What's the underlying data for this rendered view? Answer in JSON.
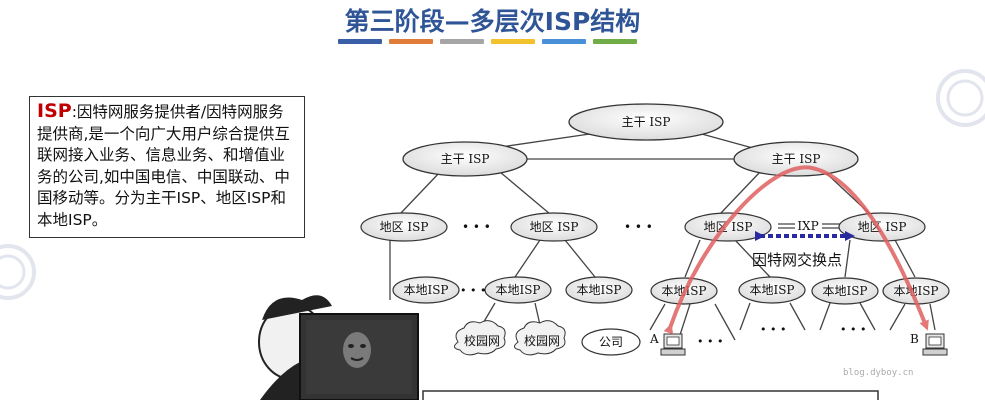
{
  "title": "第三阶段—多层次ISP结构",
  "color_bars": [
    "#3a5fa8",
    "#e07b39",
    "#a5a5a5",
    "#f2c12e",
    "#4a90d9",
    "#70ad47"
  ],
  "definition": {
    "term": "ISP",
    "body": ":因特网服务提供者/因特网服务提供商,是一个向广大用户综合提供互联网接入业务、信息业务、和增值业务的公司,如中国电信、中国联动、中国移动等。分为主干ISP、地区ISP和本地ISP。"
  },
  "diagram": {
    "nodes": {
      "backbone_top": "主干 ISP",
      "backbone_left": "主干 ISP",
      "backbone_right": "主干 ISP",
      "regional_1": "地区 ISP",
      "regional_2": "地区 ISP",
      "regional_3": "地区 ISP",
      "regional_4": "地区 ISP",
      "local_1": "本地ISP",
      "local_2": "本地ISP",
      "local_3": "本地ISP",
      "local_4": "本地ISP",
      "local_5": "本地ISP",
      "local_6": "本地ISP",
      "local_7": "本地ISP",
      "campus_1": "校园网",
      "campus_2": "校园网",
      "company": "公司"
    },
    "ixp": "IXP",
    "ixp_caption": "因特网交换点",
    "ellipsis": "• • •",
    "host_a": "A",
    "host_b": "B"
  },
  "watermark": "blog.dyboy.cn",
  "colors": {
    "path_arrow": "#e06060",
    "ixp_link": "#2a2aa0",
    "title": "#2f5597"
  }
}
